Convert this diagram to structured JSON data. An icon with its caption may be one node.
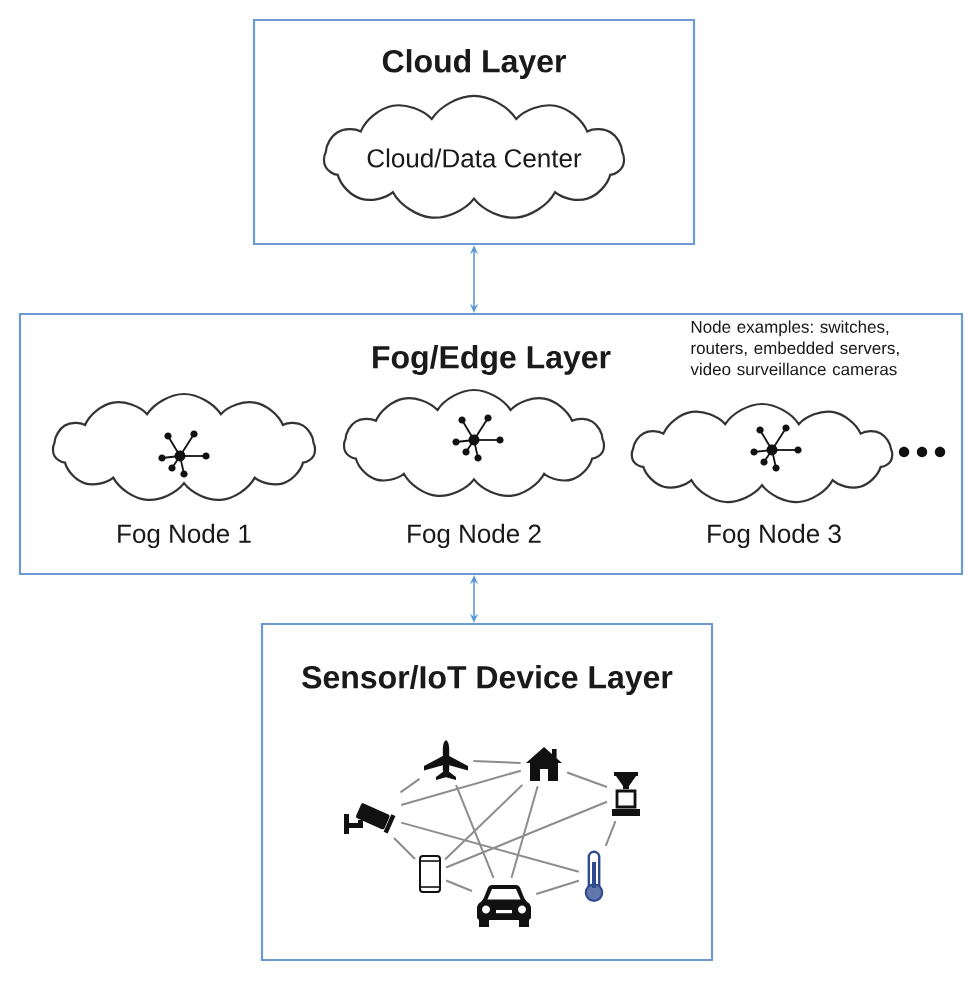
{
  "diagram": {
    "nodes": [
      {
        "text": [
          "Cloud Layer"
        ]
      },
      {
        "text": [
          "Cloud/Data Center"
        ],
        "in": 0
      },
      {
        "text": [
          "Fog/Edge Layer"
        ]
      },
      {
        "text": [],
        "shape": "cloud",
        "in": 2,
        "beside": [
          "Fog Node 1"
        ]
      },
      {
        "text": [],
        "shape": "cloud",
        "in": 2,
        "beside": [
          "Fog Node 2"
        ]
      },
      {
        "text": [],
        "shape": "cloud",
        "in": 2,
        "beside": [
          "Fog Node 3"
        ]
      },
      {
        "text": [
          "Sensor/IoT Device Layer"
        ]
      },
      {
        "text": [],
        "shape": "picture",
        "in": 6
      },
      {
        "text": [],
        "shape": "picture",
        "in": 6
      },
      {
        "text": [],
        "shape": "picture",
        "in": 6
      },
      {
        "text": [],
        "shape": "picture",
        "in": 6
      },
      {
        "text": [],
        "shape": "picture",
        "in": 6
      },
      {
        "text": [],
        "shape": "picture",
        "in": 6
      },
      {
        "text": [],
        "shape": "picture",
        "in": 6
      }
    ],
    "edges": [
      {
        "from": 0,
        "to": 2,
        "arrow": "both",
        "color": "#5b9bd5"
      },
      {
        "from": 2,
        "to": 6,
        "arrow": "both",
        "color": "#5b9bd5"
      },
      {
        "from": 10,
        "to": 7,
        "arrow": "none"
      },
      {
        "from": 7,
        "to": 8,
        "arrow": "none"
      },
      {
        "from": 8,
        "to": 9,
        "arrow": "none"
      },
      {
        "from": 9,
        "to": 12,
        "arrow": "none"
      },
      {
        "from": 13,
        "to": 12,
        "arrow": "none"
      },
      {
        "from": 11,
        "to": 13,
        "arrow": "none"
      },
      {
        "from": 10,
        "to": 11,
        "arrow": "none"
      },
      {
        "from": 10,
        "to": 8,
        "arrow": "none"
      },
      {
        "from": 10,
        "to": 12,
        "arrow": "none"
      },
      {
        "from": 7,
        "to": 13,
        "arrow": "none"
      },
      {
        "from": 8,
        "to": 11,
        "arrow": "none"
      },
      {
        "from": 8,
        "to": 13,
        "arrow": "none"
      },
      {
        "from": 11,
        "to": 9,
        "arrow": "none"
      }
    ],
    "labels": [
      "Node examples: switches, routers, embedded servers, video surveillance cameras"
    ]
  }
}
